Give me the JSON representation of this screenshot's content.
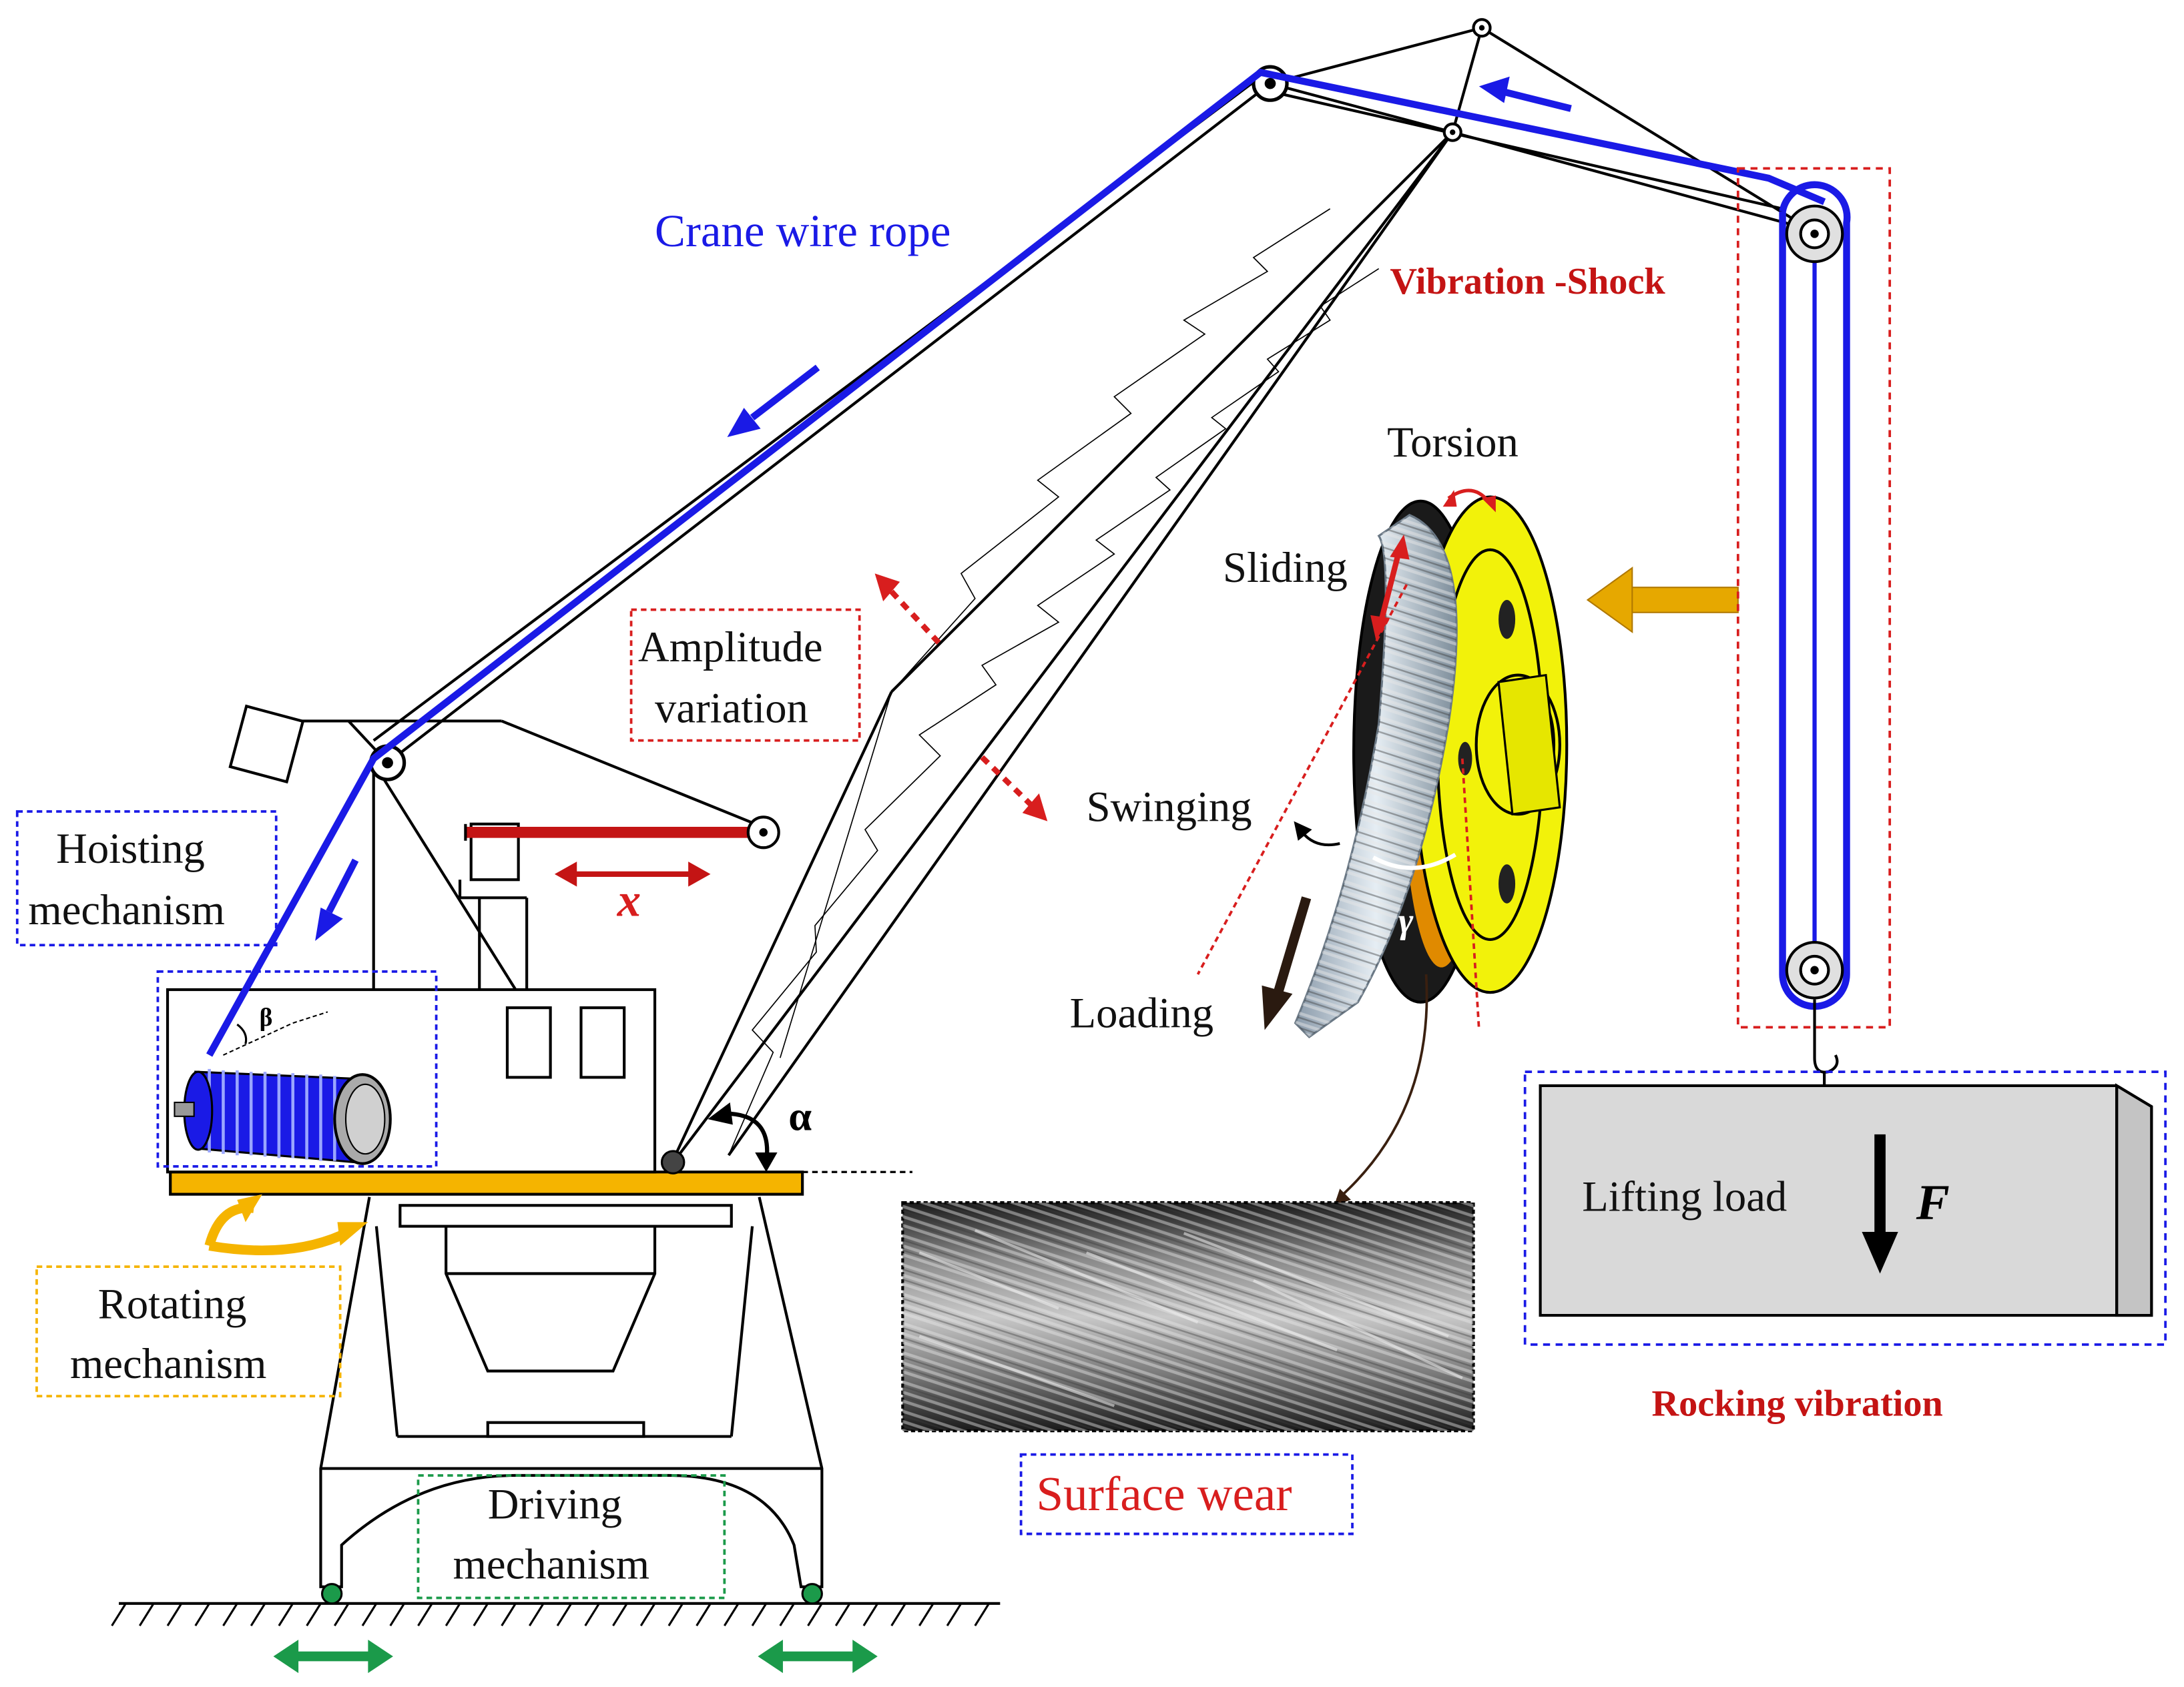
{
  "labels": {
    "crane_wire_rope": "Crane wire rope",
    "vibration_shock": "Vibration -Shock",
    "torsion": "Torsion",
    "sliding": "Sliding",
    "amplitude_variation_1": "Amplitude",
    "amplitude_variation_2": "variation",
    "swinging": "Swinging",
    "hoisting_mechanism_1": "Hoisting",
    "hoisting_mechanism_2": "mechanism",
    "loading": "Loading",
    "x_symbol": "x",
    "beta_symbol": "β",
    "alpha_symbol": "α",
    "gamma_symbol": "γ",
    "rotating_mechanism_1": "Rotating",
    "rotating_mechanism_2": "mechanism",
    "driving_mechanism_1": "Driving",
    "driving_mechanism_2": "mechanism",
    "lifting_load": "Lifting load",
    "force_symbol": "F",
    "rocking_vibration": "Rocking vibration",
    "surface_wear": "Surface wear"
  },
  "colors": {
    "rope_blue": "#1a1ae6",
    "boom_red": "#c41414",
    "orange": "#f5b400",
    "green": "#1b9a4a",
    "sheave_yellow": "#f2f20a",
    "load_gray": "#d9d9d9"
  }
}
